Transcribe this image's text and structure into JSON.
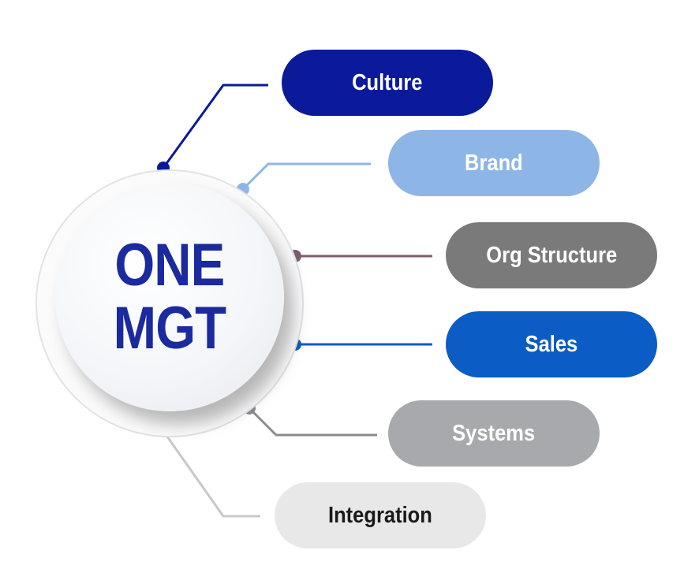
{
  "hub": {
    "line1": "ONE",
    "line2": "MGT"
  },
  "items": [
    {
      "label": "Culture",
      "fill": "#0a1a9a",
      "text_color": "#ffffff",
      "line_color": "#0a1a9a"
    },
    {
      "label": "Brand",
      "fill": "#8db6e6",
      "text_color": "#ffffff",
      "line_color": "#8db6e6"
    },
    {
      "label": "Org Structure",
      "fill": "#7a7a7a",
      "text_color": "#ffffff",
      "line_color": "#7b5f6e"
    },
    {
      "label": "Sales",
      "fill": "#0b5cc4",
      "text_color": "#ffffff",
      "line_color": "#0b5cc4"
    },
    {
      "label": "Systems",
      "fill": "#a8a9ac",
      "text_color": "#ffffff",
      "line_color": "#8a8b8e"
    },
    {
      "label": "Integration",
      "fill": "#e8e8e9",
      "text_color": "#1a1a1a",
      "line_color": "#c8c8ca"
    }
  ]
}
